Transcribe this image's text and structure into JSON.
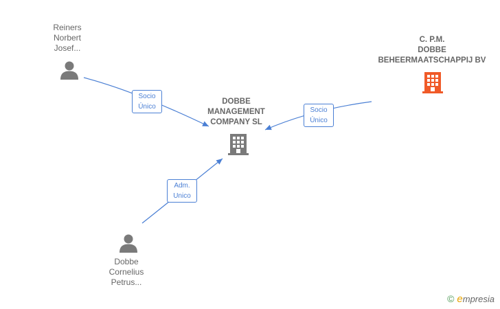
{
  "nodes": {
    "reiners": {
      "label": "Reiners\nNorbert\nJosef..."
    },
    "dobbe_person": {
      "label": "Dobbe\nCornelius\nPetrus..."
    },
    "dobbe_management": {
      "label": "DOBBE\nMANAGEMENT\nCOMPANY  SL"
    },
    "cpm_dobbe": {
      "label": "C. P.M.\nDOBBE\nBEHEERMAATSCHAPPIJ BV"
    }
  },
  "edges": {
    "reiners_to_dm": "Socio\nÚnico",
    "cpm_to_dm": "Socio\nÚnico",
    "dobbe_to_dm": "Adm.\nUnico"
  },
  "colors": {
    "edge": "#4a7fd4",
    "person_icon": "#7a7a7a",
    "company_icon": "#7a7a7a",
    "highlight_company_icon": "#f05a28"
  },
  "watermark": {
    "symbol": "©",
    "brand_first": "e",
    "brand_rest": "mpresia"
  }
}
